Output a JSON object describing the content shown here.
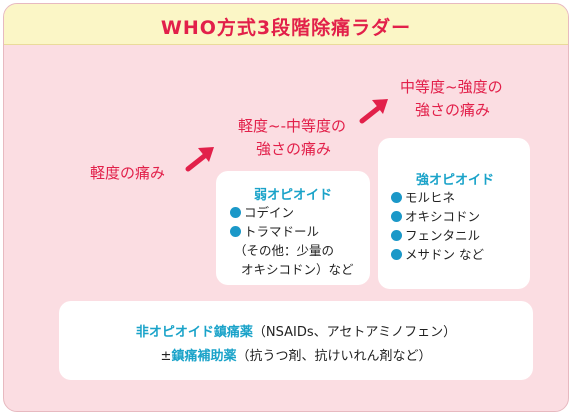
{
  "title": "WHO方式3段階除痛ラダー",
  "steps": {
    "mild_label": "軽度の痛み",
    "mild_moderate_label_1": "軽度~-中等度の",
    "mild_moderate_label_2": "強さの痛み",
    "moderate_severe_label_1": "中等度~強度の",
    "moderate_severe_label_2": "強さの痛み"
  },
  "weak_opioid": {
    "title": "弱オピオイド",
    "items": [
      "コデイン",
      "トラマドール"
    ],
    "note_1": "（その他：少量の",
    "note_2": "オキシコドン）など"
  },
  "strong_opioid": {
    "title": "強オピオイド",
    "items": [
      "モルヒネ",
      "オキシコドン",
      "フェンタニル",
      "メサドン など"
    ]
  },
  "base": {
    "line1_accent": "非オピオイド鎮痛薬",
    "line1_rest": "（NSAIDs、アセトアミノフェン）",
    "line2_prefix": "±",
    "line2_accent": "鎮痛補助薬",
    "line2_rest": "（抗うつ剤、抗けいれん剤など）"
  },
  "colors": {
    "accent_red": "#e2204a",
    "accent_cyan": "#1aa3c9",
    "background_pink": "#fbdde2",
    "title_yellow": "#fbf6c6"
  },
  "icons": {
    "arrow": "arrow-up-right-icon",
    "bullet": "bullet-dot-icon"
  }
}
